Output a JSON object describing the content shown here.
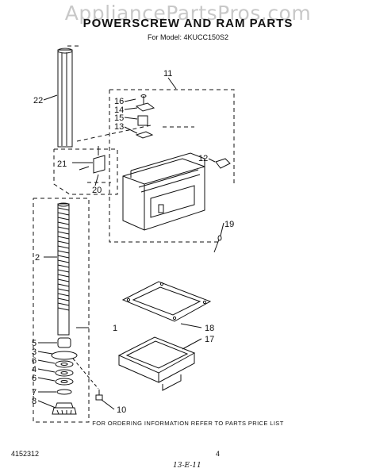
{
  "watermark": "AppliancePartsPros.com",
  "title": "POWERSCREW AND RAM PARTS",
  "subtitle": "For Model: 4KUCC150S2",
  "footer": {
    "ordering_note": "FOR ORDERING INFORMATION REFER TO PARTS PRICE LIST",
    "document_number": "4152312",
    "page_number": "4",
    "handwritten_note": "13-E-11"
  },
  "callouts": {
    "c1": "1",
    "c2": "2",
    "c3": "3",
    "c4": "4",
    "c5": "5",
    "c6a": "6",
    "c6b": "6",
    "c7": "7",
    "c8": "8",
    "c10": "10",
    "c11": "11",
    "c12": "12",
    "c13": "13",
    "c14": "14",
    "c15": "15",
    "c16": "16",
    "c17": "17",
    "c18": "18",
    "c19": "19",
    "c20": "20",
    "c21": "21",
    "c22": "22"
  }
}
